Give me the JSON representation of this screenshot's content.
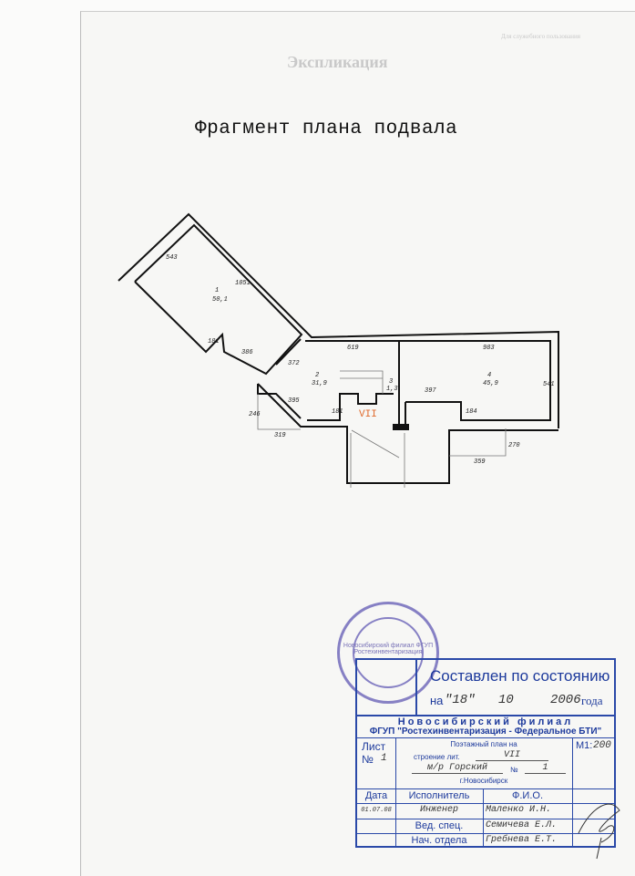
{
  "document": {
    "title": "Фрагмент плана подвала",
    "ghost_header": "Экспликация",
    "ghost_corner": "Для служебного пользования"
  },
  "plan": {
    "building_letter": "VII",
    "rooms": [
      {
        "number": "1",
        "area": "50,1"
      },
      {
        "number": "2",
        "area": "31,9"
      },
      {
        "number": "3",
        "area": "1,3"
      },
      {
        "number": "4",
        "area": "45,9"
      }
    ],
    "dimensions": [
      "543",
      "1051",
      "181",
      "386",
      "372",
      "619",
      "983",
      "541",
      "397",
      "184",
      "181",
      "395",
      "246",
      "319",
      "359",
      "270"
    ]
  },
  "stamp": {
    "text": "Новосибирский филиал ФГУП Ростехинвентаризация"
  },
  "title_block": {
    "state_label": "Составлен по состоянию",
    "date_prefix": "на",
    "date_day": "\"18\"",
    "date_month": "10",
    "date_year": "2006",
    "date_suffix": "года",
    "branch": "Новосибирский филиал",
    "org": "ФГУП \"Ростехинвентаризация - Федеральное БТИ\"",
    "sheet_label": "Лист",
    "sheet_no_label": "№",
    "sheet_no": "1",
    "plan_label": "Поэтажный план на",
    "building_label": "строение лит.",
    "building_value": "VII",
    "district": "м/р Горский",
    "no_label": "№",
    "house_no": "1",
    "city": "г.Новосибирск",
    "scale_label": "М1:",
    "scale_value": "200",
    "headers": {
      "date": "Дата",
      "executor": "Исполнитель",
      "name": "Ф.И.О."
    },
    "rows": [
      {
        "date": "01.07.08",
        "role": "Инженер",
        "name": "Маленко И.Н."
      },
      {
        "date": "",
        "role": "Вед. спец.",
        "name": "Семичева Е.Л."
      },
      {
        "date": "",
        "role": "Нач. отдела",
        "name": "Гребнева Е.Т."
      }
    ]
  }
}
